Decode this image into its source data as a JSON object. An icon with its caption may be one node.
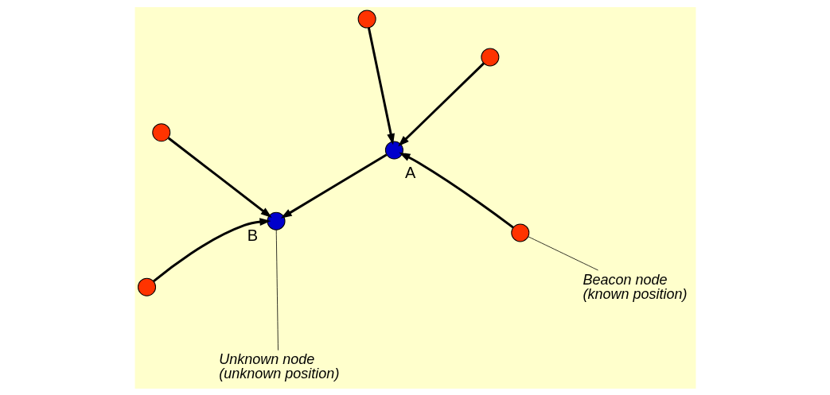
{
  "diagram": {
    "nodes": [
      {
        "text": [],
        "shape": "circle"
      },
      {
        "text": [],
        "shape": "circle",
        "beside": [
          "A"
        ]
      },
      {
        "text": [],
        "shape": "circle"
      },
      {
        "text": [],
        "shape": "circle"
      },
      {
        "text": [],
        "shape": "circle",
        "beside": [
          "B"
        ]
      },
      {
        "text": [],
        "shape": "circle"
      },
      {
        "text": [],
        "shape": "circle"
      },
      {
        "text": [
          "Unknown node (unknown position)"
        ]
      },
      {
        "text": [
          "Beacon node (known position)"
        ]
      }
    ],
    "edges": [
      {
        "from": 0,
        "to": 1,
        "arrow": "to"
      },
      {
        "from": 3,
        "to": 1,
        "arrow": "to"
      },
      {
        "from": 5,
        "to": 1,
        "arrow": "to"
      },
      {
        "from": 1,
        "to": 4,
        "arrow": "to"
      },
      {
        "from": 2,
        "to": 4,
        "arrow": "to"
      },
      {
        "from": 6,
        "to": 4,
        "arrow": "to"
      },
      {
        "from": 7,
        "to": 4,
        "arrow": "none"
      },
      {
        "from": 8,
        "to": 5,
        "arrow": "none"
      }
    ]
  }
}
